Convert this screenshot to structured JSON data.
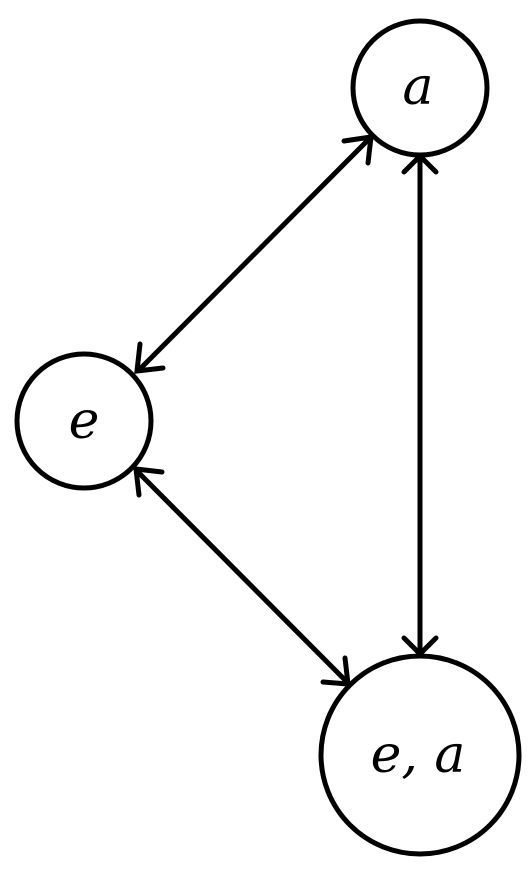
{
  "diagram": {
    "nodes": [
      {
        "id": "a",
        "label": "a"
      },
      {
        "id": "e",
        "label": "e"
      },
      {
        "id": "ea",
        "label": "e, a"
      }
    ],
    "edges": [
      {
        "from": "e",
        "to": "a",
        "direction": "bidirectional"
      },
      {
        "from": "a",
        "to": "ea",
        "direction": "bidirectional"
      },
      {
        "from": "e",
        "to": "ea",
        "direction": "bidirectional"
      }
    ],
    "colors": {
      "stroke": "#000000",
      "background": "#ffffff"
    }
  }
}
